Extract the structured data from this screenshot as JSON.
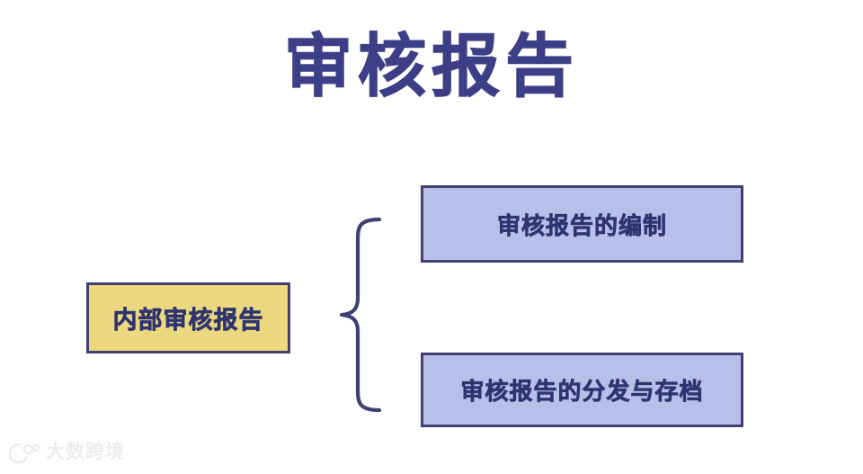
{
  "slide": {
    "title": "审核报告",
    "title_color": "#3c3f86",
    "background_color": "#ffffff"
  },
  "diagram": {
    "type": "bracket-tree",
    "root": {
      "label": "内部审核报告",
      "fill_color": "#ecd87e",
      "border_color": "#3e4171",
      "text_color": "#2f3470"
    },
    "connector": {
      "icon": "curly-brace",
      "color": "#3e4171"
    },
    "branches": [
      {
        "label": "审核报告的编制",
        "fill_color": "#b8c0ea",
        "border_color": "#3e4171",
        "text_color": "#2f3470"
      },
      {
        "label": "审核报告的分发与存档",
        "fill_color": "#b8c0ea",
        "border_color": "#3e4171",
        "text_color": "#2f3470"
      }
    ]
  },
  "watermark": {
    "text": "大数跨境",
    "color": "#eceded"
  }
}
